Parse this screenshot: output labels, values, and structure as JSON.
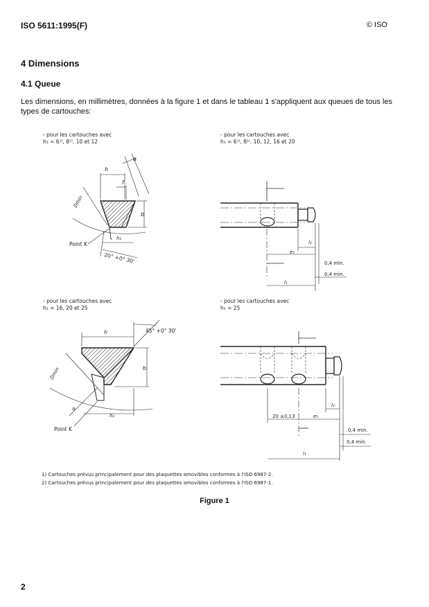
{
  "header": {
    "standard": "ISO 5611:1995(F)",
    "copyright": "© ISO"
  },
  "section": {
    "title": "4 Dimensions"
  },
  "subsection": {
    "title": "4.1 Queue"
  },
  "paragraph": "Les dimensions, en millimètres, données à la figure 1 et dans le tableau 1 s'appliquent aux queues de tous les types de cartouches:",
  "figure": {
    "cap_tl": {
      "line1": "- pour les cartouches avec",
      "line2": "h₁ = 6¹⁾, 8²⁾, 10 et 12"
    },
    "cap_tr": {
      "line1": "- pour les cartouches avec",
      "line2": "h₁ = 6¹⁾, 8²⁾, 10, 12, 16 et 20"
    },
    "cap_bl": {
      "line1": "- pour les cartouches avec",
      "line2": "h₁ = 16, 20 et 25"
    },
    "cap_br": {
      "line1": "- pour les cartouches avec",
      "line2": "h₁ = 25"
    },
    "labels": {
      "h": "h",
      "f": "f",
      "a": "a",
      "b": "b",
      "h1": "h₁",
      "dmin": "Dmin",
      "point_k": "Point K",
      "angle_tl": "20° +0° 30'",
      "angle_bl": "45° +0° 30'",
      "l2": "l₂",
      "l1": "l₁",
      "e1": "e₁",
      "min04": "0,4 min.",
      "dist20": "20 ±0,13"
    },
    "footnotes": [
      "1) Cartouches prévus principalement pour des plaquettes amovibles conformes à l'ISO 6987-2.",
      "2) Cartouches prévus principalement pour des plaquettes amovibles conformes à l'ISO 6987-1."
    ],
    "title": "Figure 1"
  },
  "page_number": "2"
}
